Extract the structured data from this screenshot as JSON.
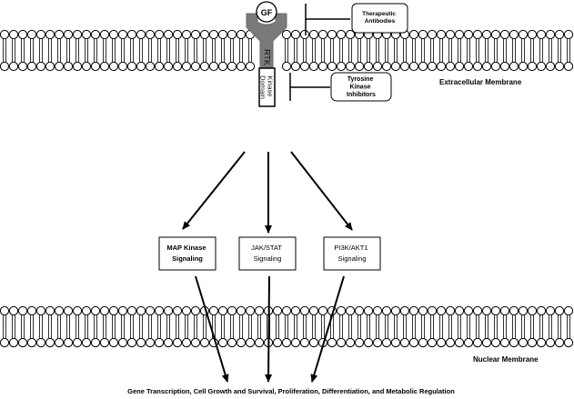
{
  "receptor": {
    "ligand": "GF",
    "name": "RTK",
    "kinase_domain": [
      "Kinase",
      "Domain"
    ]
  },
  "inhibitors": {
    "antibodies": [
      "Therapeutic",
      "Antibodies"
    ],
    "tki": [
      "Tyrosine",
      "Kinase",
      "Inhibitors"
    ]
  },
  "membranes": {
    "extracellular": "Extracellular Membrane",
    "nuclear": "Nuclear Membrane"
  },
  "pathways": [
    {
      "line1": "MAP Kinase",
      "line2": "Signaling"
    },
    {
      "line1": "JAK/STAT",
      "line2": "Signaling"
    },
    {
      "line1": "PI3K/AKT1",
      "line2": "Signaling"
    }
  ],
  "outcome": "Gene Transcription, Cell Growth and Survival, Proliferation, Differentiation, and Metabolic Regulation"
}
